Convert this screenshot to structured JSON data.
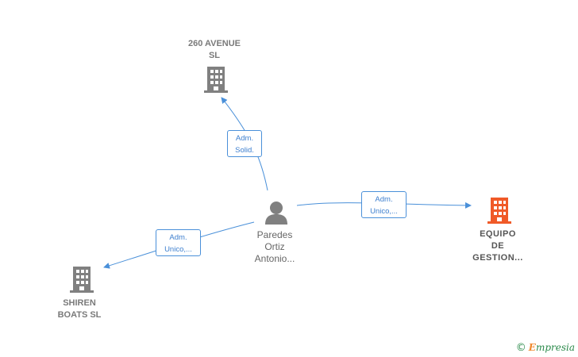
{
  "nodes": {
    "company_top": {
      "label": "260 AVENUE\nSL",
      "icon": "building-icon",
      "color": "#808080"
    },
    "company_left": {
      "label": "SHIREN\nBOATS  SL",
      "icon": "building-icon",
      "color": "#808080"
    },
    "company_right": {
      "label": "EQUIPO\nDE\nGESTION...",
      "icon": "building-icon",
      "color": "#f05a28"
    },
    "person": {
      "label": "Paredes\nOrtiz\nAntonio...",
      "icon": "person-icon",
      "color": "#808080"
    }
  },
  "edges": {
    "to_top": {
      "label": "Adm.\nSolid."
    },
    "to_left": {
      "label": "Adm.\nUnico,..."
    },
    "to_right": {
      "label": "Adm.\nUnico,..."
    }
  },
  "colors": {
    "edge": "#4a90d9"
  },
  "brand": {
    "copyright": "©",
    "initial": "E",
    "rest": "mpresia"
  }
}
